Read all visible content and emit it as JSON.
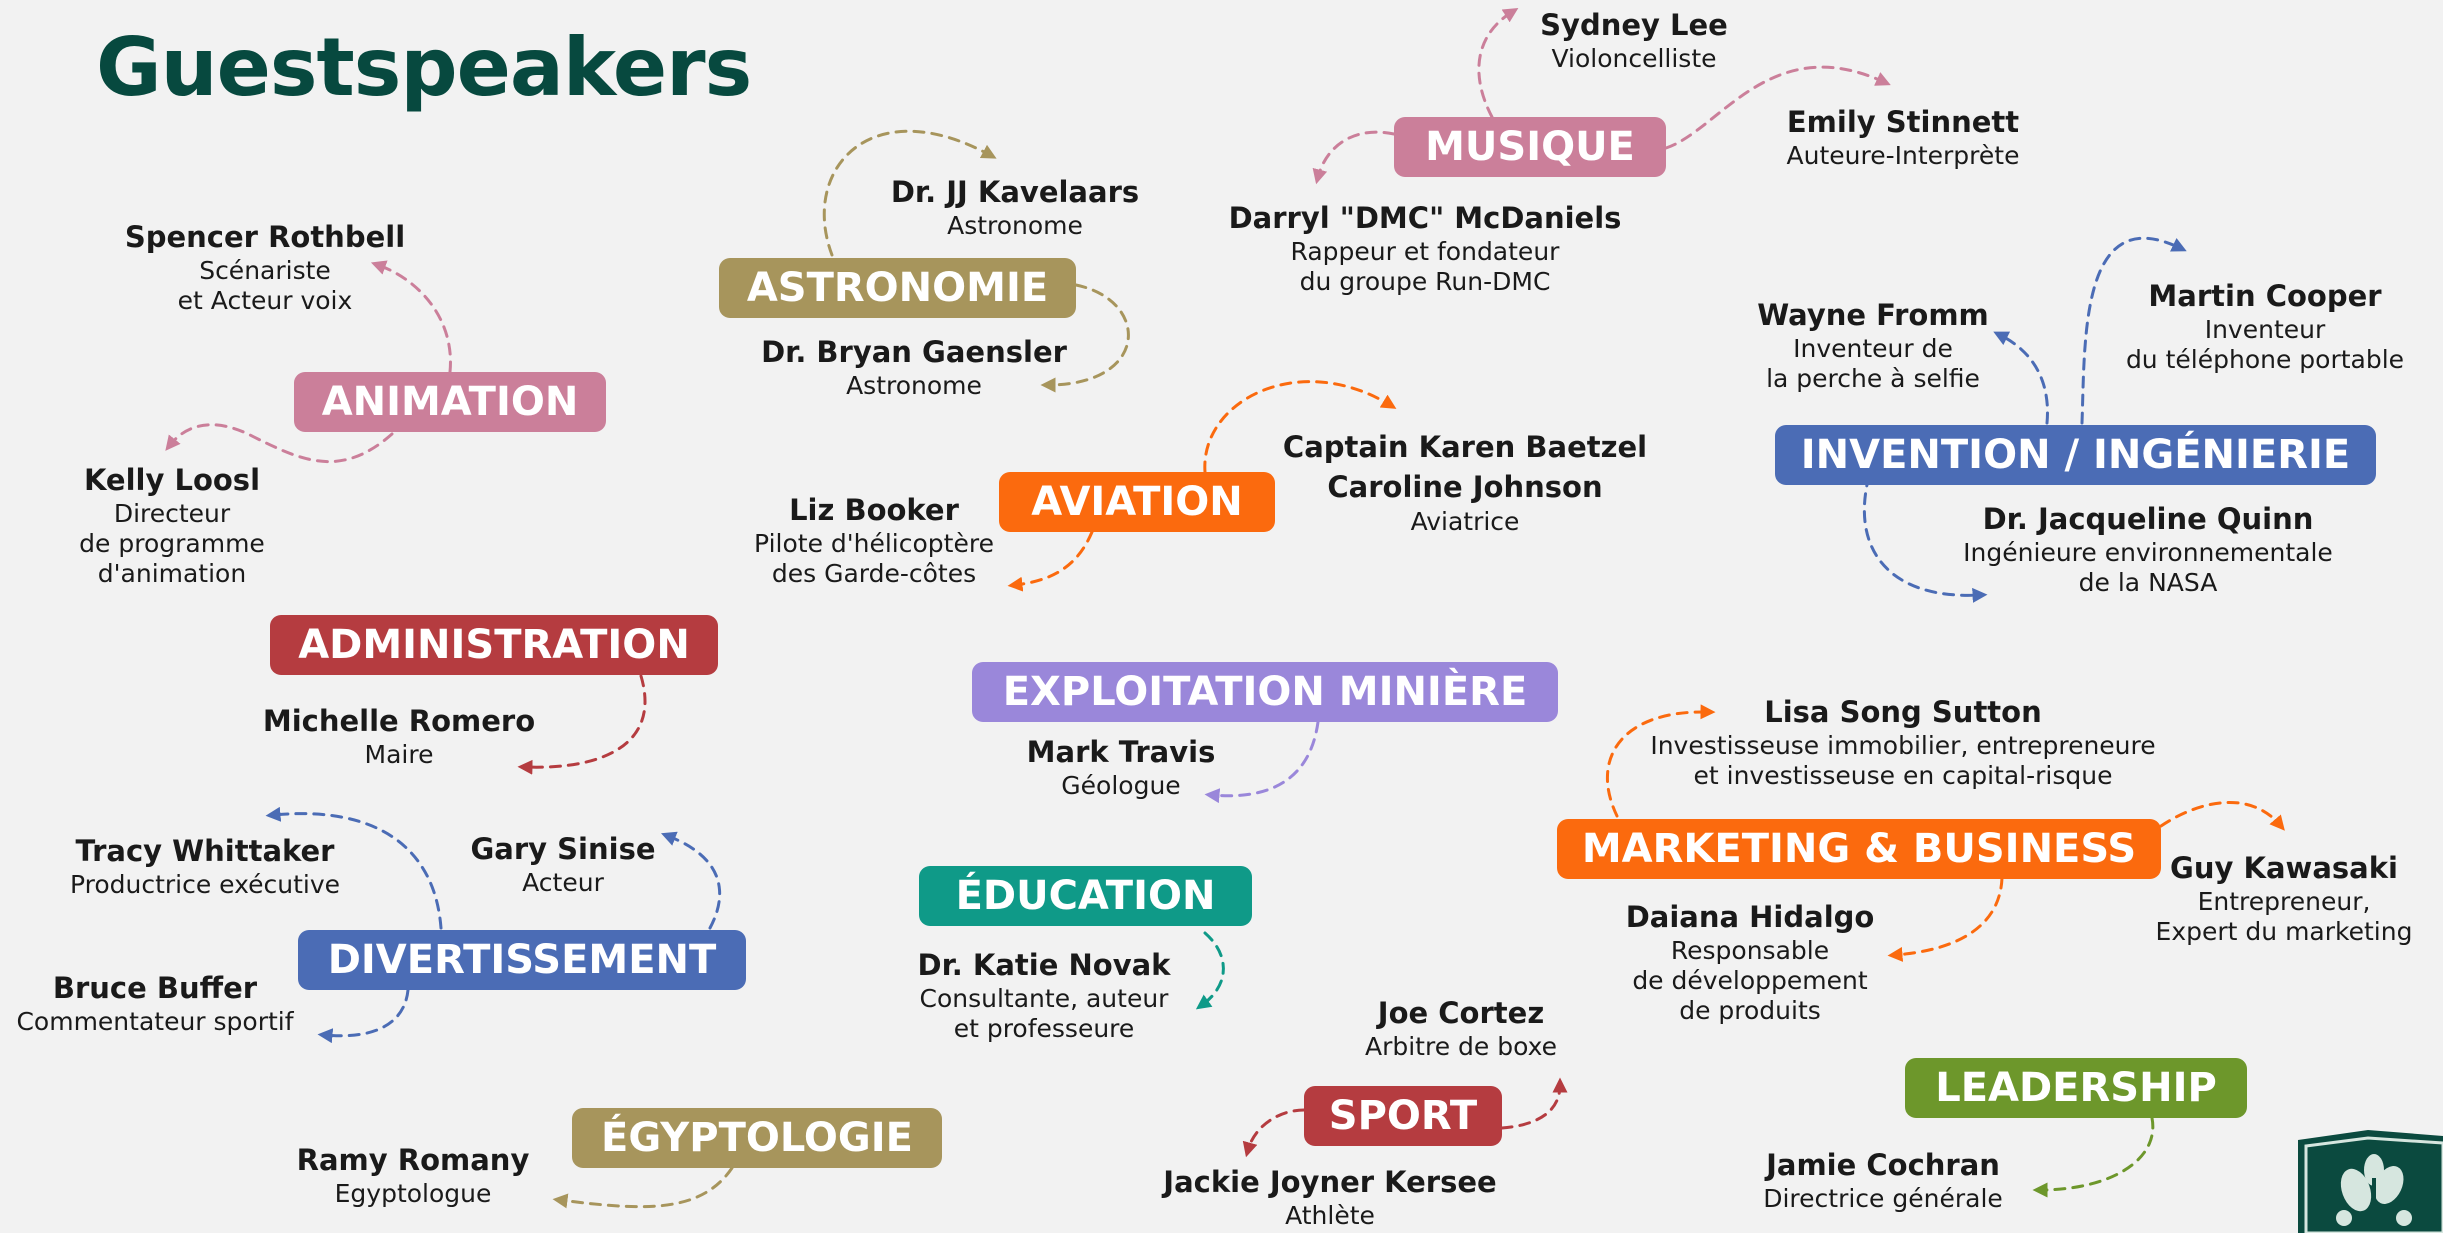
{
  "title": "Guestspeakers",
  "colors": {
    "title": "#07493f",
    "pink": "#cb7f9a",
    "olive": "#a7955c",
    "orange": "#fb6a0e",
    "blue": "#4b6cb5",
    "red": "#b53c40",
    "purple": "#9a87da",
    "teal": "#0f9a88",
    "green": "#6d972b"
  },
  "categories": [
    {
      "id": "musique",
      "label": "MUSIQUE",
      "color": "#cb7f9a"
    },
    {
      "id": "astronomie",
      "label": "ASTRONOMIE",
      "color": "#a7955c"
    },
    {
      "id": "animation",
      "label": "ANIMATION",
      "color": "#cb7f9a"
    },
    {
      "id": "aviation",
      "label": "AVIATION",
      "color": "#fb6a0e"
    },
    {
      "id": "invention",
      "label": "INVENTION / INGÉNIERIE",
      "color": "#4b6cb5"
    },
    {
      "id": "administration",
      "label": "ADMINISTRATION",
      "color": "#b53c40"
    },
    {
      "id": "exploitation",
      "label": "EXPLOITATION MINIÈRE",
      "color": "#9a87da"
    },
    {
      "id": "marketing",
      "label": "MARKETING & BUSINESS",
      "color": "#fb6a0e"
    },
    {
      "id": "divertissement",
      "label": "DIVERTISSEMENT",
      "color": "#4b6cb5"
    },
    {
      "id": "education",
      "label": "ÉDUCATION",
      "color": "#0f9a88"
    },
    {
      "id": "leadership",
      "label": "LEADERSHIP",
      "color": "#6d972b"
    },
    {
      "id": "sport",
      "label": "SPORT",
      "color": "#b53c40"
    },
    {
      "id": "egyptologie",
      "label": "ÉGYPTOLOGIE",
      "color": "#a7955c"
    }
  ],
  "speakers": [
    {
      "name": "Sydney Lee",
      "role": "Violoncelliste"
    },
    {
      "name": "Emily Stinnett",
      "role": "Auteure-Interprète"
    },
    {
      "name": "Darryl \"DMC\" McDaniels",
      "role": "Rappeur et fondateur\ndu groupe Run-DMC"
    },
    {
      "name": "Dr. JJ Kavelaars",
      "role": "Astronome"
    },
    {
      "name": "Dr. Bryan Gaensler",
      "role": "Astronome"
    },
    {
      "name": "Spencer Rothbell",
      "role": "Scénariste\net Acteur voix"
    },
    {
      "name": "Kelly Loosl",
      "role": "Directeur\nde programme\nd'animation"
    },
    {
      "name": "Captain Karen Baetzel\nCaroline Johnson",
      "role": "Aviatrice"
    },
    {
      "name": "Liz Booker",
      "role": "Pilote d'hélicoptère\ndes Garde-côtes"
    },
    {
      "name": "Wayne Fromm",
      "role": "Inventeur de\nla perche à selfie"
    },
    {
      "name": "Martin Cooper",
      "role": "Inventeur\ndu téléphone portable"
    },
    {
      "name": "Dr. Jacqueline Quinn",
      "role": "Ingénieure environnementale\nde la NASA"
    },
    {
      "name": "Michelle Romero",
      "role": "Maire"
    },
    {
      "name": "Mark Travis",
      "role": "Géologue"
    },
    {
      "name": "Lisa Song Sutton",
      "role": "Investisseuse immobilier, entrepreneure\net investisseuse en capital-risque"
    },
    {
      "name": "Guy Kawasaki",
      "role": "Entrepreneur,\nExpert du marketing"
    },
    {
      "name": "Daiana Hidalgo",
      "role": "Responsable\nde développement\nde produits"
    },
    {
      "name": "Tracy Whittaker",
      "role": "Productrice exécutive"
    },
    {
      "name": "Gary Sinise",
      "role": "Acteur"
    },
    {
      "name": "Bruce Buffer",
      "role": "Commentateur sportif"
    },
    {
      "name": "Dr. Katie Novak",
      "role": "Consultante, auteur\net professeure"
    },
    {
      "name": "Joe Cortez",
      "role": "Arbitre de boxe"
    },
    {
      "name": "Jackie Joyner Kersee",
      "role": "Athlète"
    },
    {
      "name": "Jamie Cochran",
      "role": "Directrice générale"
    },
    {
      "name": "Ramy Romany",
      "role": "Egyptologue"
    }
  ]
}
